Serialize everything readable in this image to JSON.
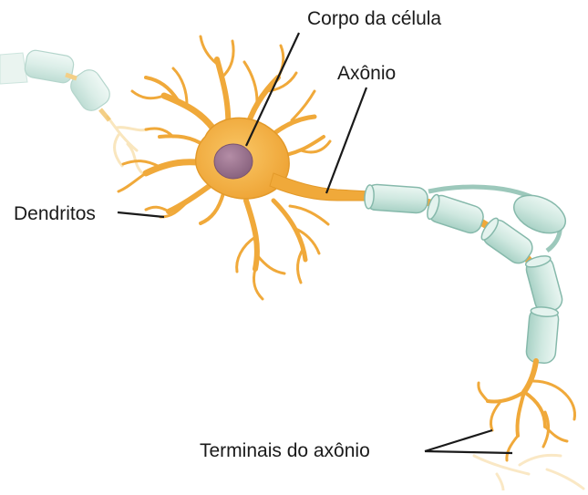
{
  "labels": {
    "cell_body": "Corpo da célula",
    "axon": "Axônio",
    "dendrites": "Dendritos",
    "axon_terminals": "Terminais do axônio"
  },
  "colors": {
    "neuron_fill": "#f5b547",
    "neuron_stroke": "#d88d1d",
    "nucleus": "#9b7690",
    "myelin_fill": "#cfe8e0",
    "myelin_stroke": "#8fbfb2",
    "leader_line": "#1a1a1a"
  }
}
